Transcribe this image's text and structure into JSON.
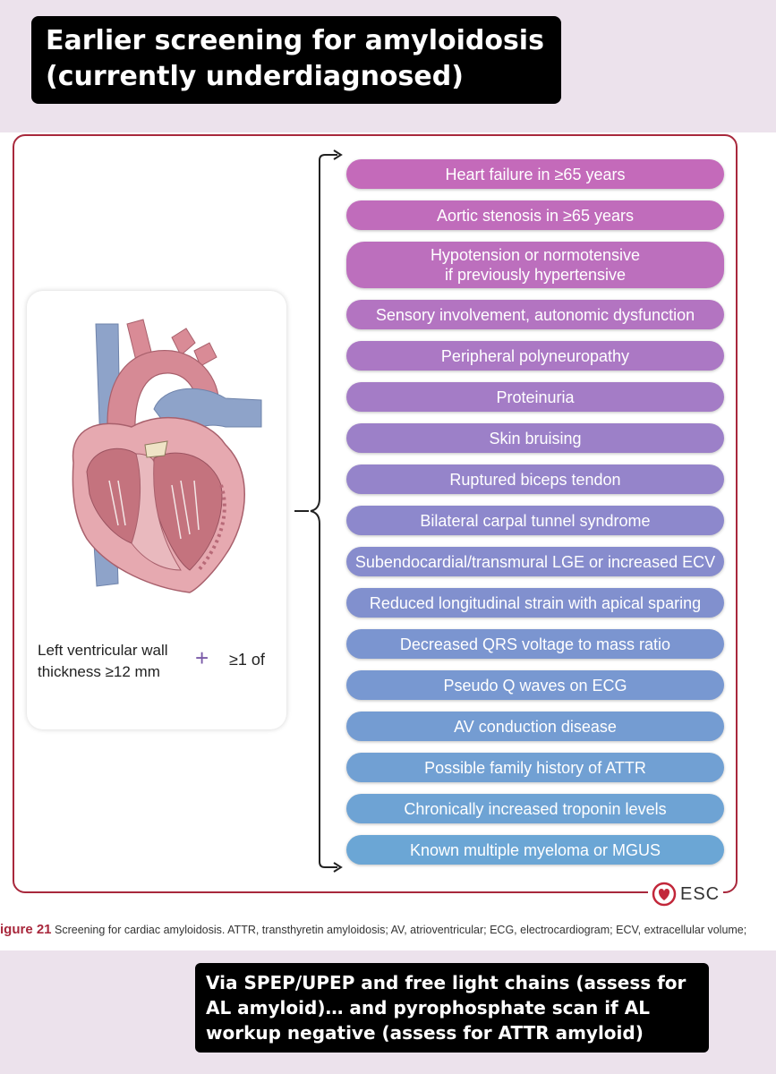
{
  "top_caption": {
    "line1": "Earlier screening for amyloidosis",
    "line2": "(currently underdiagnosed)"
  },
  "heart_panel": {
    "lv_line1": "Left ventricular wall",
    "lv_line2": "thickness ≥12 mm",
    "plus": "+",
    "one_of": "≥1 of"
  },
  "criteria": [
    {
      "label": "Heart failure in ≥65 years",
      "color": "#c46aba"
    },
    {
      "label": "Aortic stenosis in ≥65 years",
      "color": "#c06cbb"
    },
    {
      "label": "Hypotension or normotensive",
      "label2": "if previously hypertensive",
      "color": "#bc6fbd"
    },
    {
      "label": "Sensory involvement, autonomic dysfunction",
      "color": "#b374c1"
    },
    {
      "label": "Peripheral polyneuropathy",
      "color": "#ab78c4"
    },
    {
      "label": "Proteinuria",
      "color": "#a47cc6"
    },
    {
      "label": "Skin bruising",
      "color": "#9c80c8"
    },
    {
      "label": "Ruptured biceps tendon",
      "color": "#9584ca"
    },
    {
      "label": "Bilateral carpal tunnel syndrome",
      "color": "#8d88cc"
    },
    {
      "label": "Subendocardial/transmural LGE or increased ECV",
      "color": "#878ccd"
    },
    {
      "label": "Reduced longitudinal strain with apical sparing",
      "color": "#8190ce"
    },
    {
      "label": "Decreased QRS voltage to mass ratio",
      "color": "#7b95d0"
    },
    {
      "label": "Pseudo Q waves on ECG",
      "color": "#7898d1"
    },
    {
      "label": "AV conduction disease",
      "color": "#749cd2"
    },
    {
      "label": "Possible family history of ATTR",
      "color": "#71a0d3"
    },
    {
      "label": "Chronically increased troponin levels",
      "color": "#6ea3d4"
    },
    {
      "label": "Known multiple myeloma or MGUS",
      "color": "#6ba6d5"
    }
  ],
  "logo": {
    "text": "ESC"
  },
  "figure_caption": {
    "number": "igure 21",
    "text": " Screening for cardiac amyloidosis. ATTR, transthyretin amyloidosis; AV, atrioventricular; ECG, electrocardiogram; ECV, extracellular volume;"
  },
  "bottom_caption": {
    "line1": "Via SPEP/UPEP and free light chains (assess for",
    "line2": "AL amyloid)… and pyrophosphate scan if AL",
    "line3": "workup negative (assess for ATTR amyloid)"
  }
}
